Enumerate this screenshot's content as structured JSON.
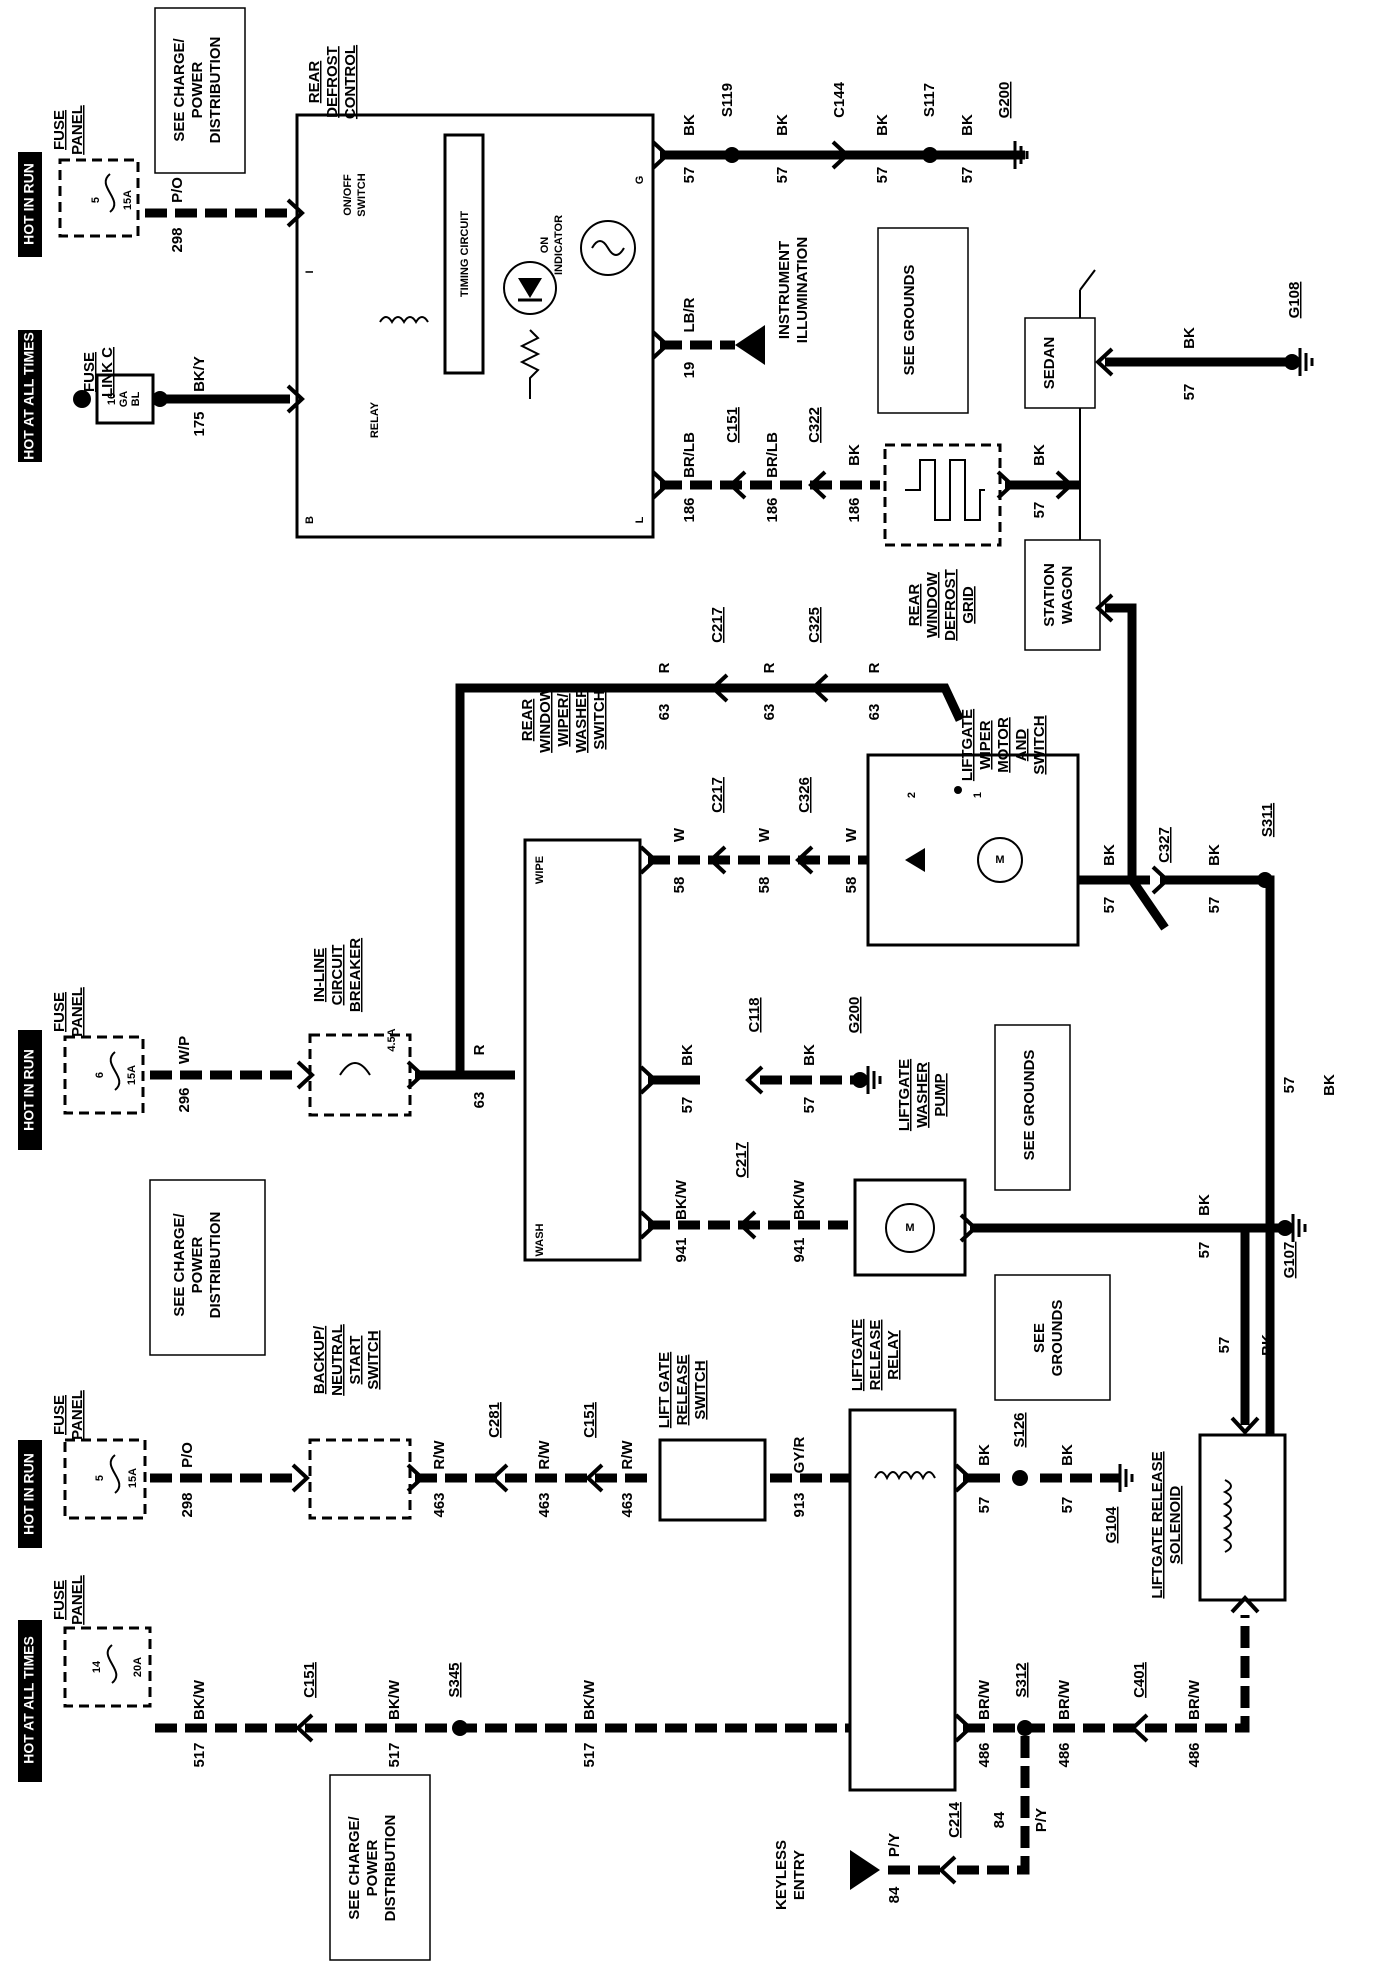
{
  "fuse_blocks": [
    {
      "key": "fp1",
      "power": "HOT IN RUN",
      "label_lines": [
        "FUSE",
        "PANEL"
      ],
      "number": "5",
      "rating": "15A"
    },
    {
      "key": "fl",
      "power": "HOT AT ALL TIMES",
      "label_lines": [
        "FUSE",
        "LINK C"
      ],
      "gauge_lines": [
        "16",
        "GA",
        "BL"
      ]
    },
    {
      "key": "fp2",
      "power": "HOT IN RUN",
      "label_lines": [
        "FUSE",
        "PANEL"
      ],
      "number": "6",
      "rating": "15A"
    },
    {
      "key": "fp3",
      "power": "HOT IN RUN",
      "label_lines": [
        "FUSE",
        "PANEL"
      ],
      "number": "5",
      "rating": "15A"
    },
    {
      "key": "fp4",
      "power": "HOT AT ALL TIMES",
      "label_lines": [
        "FUSE",
        "PANEL"
      ],
      "number": "14",
      "rating": "20A"
    }
  ],
  "components": [
    {
      "key": "rdc",
      "label_lines": [
        "REAR",
        "DEFROST",
        "CONTROL"
      ],
      "internal": [
        "ON/OFF",
        "SWITCH",
        "TIMING CIRCUIT",
        "ON",
        "INDICATOR",
        "RELAY"
      ],
      "pins": [
        "I",
        "B",
        "G",
        "L"
      ]
    },
    {
      "key": "grid",
      "label_lines": [
        "REAR",
        "WINDOW",
        "DEFROST",
        "GRID"
      ]
    },
    {
      "key": "rwws",
      "label_lines": [
        "REAR",
        "WINDOW",
        "WIPER/",
        "WASHER",
        "SWITCH"
      ],
      "internal": [
        "WIPE",
        "WASH"
      ]
    },
    {
      "key": "lwms",
      "label_lines": [
        "LIFTGATE",
        "WIPER",
        "MOTOR",
        "AND",
        "SWITCH"
      ],
      "internal": [
        "2",
        "1",
        "M"
      ]
    },
    {
      "key": "cb",
      "label_lines": [
        "IN-LINE",
        "CIRCUIT",
        "BREAKER"
      ],
      "rating": "4.5A"
    },
    {
      "key": "pump",
      "label_lines": [
        "LIFTGATE",
        "WASHER",
        "PUMP"
      ],
      "internal": [
        "M"
      ]
    },
    {
      "key": "bns",
      "label_lines": [
        "BACKUP/",
        "NEUTRAL",
        "START",
        "SWITCH"
      ]
    },
    {
      "key": "lgrs",
      "label_lines": [
        "LIFT GATE",
        "RELEASE",
        "SWITCH"
      ]
    },
    {
      "key": "lgrr",
      "label_lines": [
        "LIFTGATE",
        "RELEASE",
        "RELAY"
      ]
    },
    {
      "key": "sol",
      "label_lines": [
        "LIFTGATE RELEASE",
        "SOLENOID"
      ]
    }
  ],
  "notes": [
    {
      "key": "n1",
      "lines": [
        "SEE CHARGE/",
        "POWER",
        "DISTRIBUTION"
      ]
    },
    {
      "key": "n2",
      "lines": [
        "SEE GROUNDS"
      ]
    },
    {
      "key": "n3",
      "lines": [
        "SEDAN"
      ]
    },
    {
      "key": "n4",
      "lines": [
        "STATION",
        "WAGON"
      ]
    },
    {
      "key": "n5",
      "lines": [
        "SEE GROUNDS"
      ]
    },
    {
      "key": "n6",
      "lines": [
        "SEE CHARGE/",
        "POWER",
        "DISTRIBUTION"
      ]
    },
    {
      "key": "n7",
      "lines": [
        "SEE",
        "GROUNDS"
      ]
    },
    {
      "key": "n8",
      "lines": [
        "SEE CHARGE/",
        "POWER",
        "DISTRIBUTION"
      ]
    },
    {
      "key": "n9",
      "lines": [
        "INSTRUMENT",
        "ILLUMINATION"
      ]
    },
    {
      "key": "n10",
      "lines": [
        "KEYLESS",
        "ENTRY"
      ]
    }
  ],
  "circuit_labels": [
    {
      "key": "c01",
      "text": "P/O"
    },
    {
      "key": "c02",
      "text": "298"
    },
    {
      "key": "c03",
      "text": "BK/Y"
    },
    {
      "key": "c04",
      "text": "175"
    },
    {
      "key": "c05",
      "text": "BK"
    },
    {
      "key": "c06",
      "text": "57"
    },
    {
      "key": "c07",
      "text": "S119"
    },
    {
      "key": "c08",
      "text": "BK"
    },
    {
      "key": "c09",
      "text": "57"
    },
    {
      "key": "c10",
      "text": "C144"
    },
    {
      "key": "c11",
      "text": "BK"
    },
    {
      "key": "c12",
      "text": "57"
    },
    {
      "key": "c13",
      "text": "S117"
    },
    {
      "key": "c14",
      "text": "BK"
    },
    {
      "key": "c15",
      "text": "57"
    },
    {
      "key": "c16",
      "text": "G200"
    },
    {
      "key": "c17",
      "text": "LB/R"
    },
    {
      "key": "c18",
      "text": "19"
    },
    {
      "key": "c19",
      "text": "BR/LB"
    },
    {
      "key": "c20",
      "text": "186"
    },
    {
      "key": "c21",
      "text": "C151"
    },
    {
      "key": "c22",
      "text": "BR/LB"
    },
    {
      "key": "c23",
      "text": "186"
    },
    {
      "key": "c24",
      "text": "C322"
    },
    {
      "key": "c25",
      "text": "BK"
    },
    {
      "key": "c26",
      "text": "186"
    },
    {
      "key": "c27",
      "text": "BK"
    },
    {
      "key": "c28",
      "text": "57"
    },
    {
      "key": "c29",
      "text": "BK"
    },
    {
      "key": "c30",
      "text": "57"
    },
    {
      "key": "c31",
      "text": "G108"
    },
    {
      "key": "c32",
      "text": "R"
    },
    {
      "key": "c33",
      "text": "63"
    },
    {
      "key": "c34",
      "text": "C217"
    },
    {
      "key": "c35",
      "text": "R"
    },
    {
      "key": "c36",
      "text": "63"
    },
    {
      "key": "c37",
      "text": "C325"
    },
    {
      "key": "c38",
      "text": "R"
    },
    {
      "key": "c39",
      "text": "63"
    },
    {
      "key": "c40",
      "text": "W"
    },
    {
      "key": "c41",
      "text": "58"
    },
    {
      "key": "c42",
      "text": "C217"
    },
    {
      "key": "c43",
      "text": "W"
    },
    {
      "key": "c44",
      "text": "58"
    },
    {
      "key": "c45",
      "text": "C326"
    },
    {
      "key": "c46",
      "text": "W"
    },
    {
      "key": "c47",
      "text": "58"
    },
    {
      "key": "c48",
      "text": "BK"
    },
    {
      "key": "c49",
      "text": "57"
    },
    {
      "key": "c50",
      "text": "C327"
    },
    {
      "key": "c51",
      "text": "BK"
    },
    {
      "key": "c52",
      "text": "57"
    },
    {
      "key": "c53",
      "text": "S311"
    },
    {
      "key": "c54",
      "text": "57"
    },
    {
      "key": "c55",
      "text": "BK"
    },
    {
      "key": "c56",
      "text": "W/P"
    },
    {
      "key": "c57",
      "text": "296"
    },
    {
      "key": "c58",
      "text": "R"
    },
    {
      "key": "c59",
      "text": "63"
    },
    {
      "key": "c60",
      "text": "BK"
    },
    {
      "key": "c61",
      "text": "57"
    },
    {
      "key": "c62",
      "text": "C118"
    },
    {
      "key": "c63",
      "text": "BK"
    },
    {
      "key": "c64",
      "text": "57"
    },
    {
      "key": "c65",
      "text": "G200"
    },
    {
      "key": "c66",
      "text": "BK/W"
    },
    {
      "key": "c67",
      "text": "941"
    },
    {
      "key": "c68",
      "text": "C217"
    },
    {
      "key": "c69",
      "text": "BK/W"
    },
    {
      "key": "c70",
      "text": "941"
    },
    {
      "key": "c71",
      "text": "BK"
    },
    {
      "key": "c72",
      "text": "57"
    },
    {
      "key": "c73",
      "text": "G107"
    },
    {
      "key": "c74",
      "text": "57"
    },
    {
      "key": "c75",
      "text": "BK"
    },
    {
      "key": "c76",
      "text": "P/O"
    },
    {
      "key": "c77",
      "text": "298"
    },
    {
      "key": "c78",
      "text": "R/W"
    },
    {
      "key": "c79",
      "text": "463"
    },
    {
      "key": "c80",
      "text": "C281"
    },
    {
      "key": "c81",
      "text": "R/W"
    },
    {
      "key": "c82",
      "text": "463"
    },
    {
      "key": "c83",
      "text": "C151"
    },
    {
      "key": "c84",
      "text": "R/W"
    },
    {
      "key": "c85",
      "text": "463"
    },
    {
      "key": "c86",
      "text": "GY/R"
    },
    {
      "key": "c87",
      "text": "913"
    },
    {
      "key": "c88",
      "text": "BK"
    },
    {
      "key": "c89",
      "text": "57"
    },
    {
      "key": "c90",
      "text": "S126"
    },
    {
      "key": "c91",
      "text": "BK"
    },
    {
      "key": "c92",
      "text": "57"
    },
    {
      "key": "c93",
      "text": "G104"
    },
    {
      "key": "c94",
      "text": "BK/W"
    },
    {
      "key": "c95",
      "text": "517"
    },
    {
      "key": "c96",
      "text": "C151"
    },
    {
      "key": "c97",
      "text": "BK/W"
    },
    {
      "key": "c98",
      "text": "517"
    },
    {
      "key": "c99",
      "text": "S345"
    },
    {
      "key": "c100",
      "text": "BK/W"
    },
    {
      "key": "c101",
      "text": "517"
    },
    {
      "key": "c102",
      "text": "BR/W"
    },
    {
      "key": "c103",
      "text": "486"
    },
    {
      "key": "c104",
      "text": "S312"
    },
    {
      "key": "c105",
      "text": "BR/W"
    },
    {
      "key": "c106",
      "text": "486"
    },
    {
      "key": "c107",
      "text": "C401"
    },
    {
      "key": "c108",
      "text": "BR/W"
    },
    {
      "key": "c109",
      "text": "486"
    },
    {
      "key": "c110",
      "text": "84"
    },
    {
      "key": "c111",
      "text": "P/Y"
    },
    {
      "key": "c112",
      "text": "P/Y"
    },
    {
      "key": "c113",
      "text": "84"
    },
    {
      "key": "c114",
      "text": "C214"
    }
  ]
}
